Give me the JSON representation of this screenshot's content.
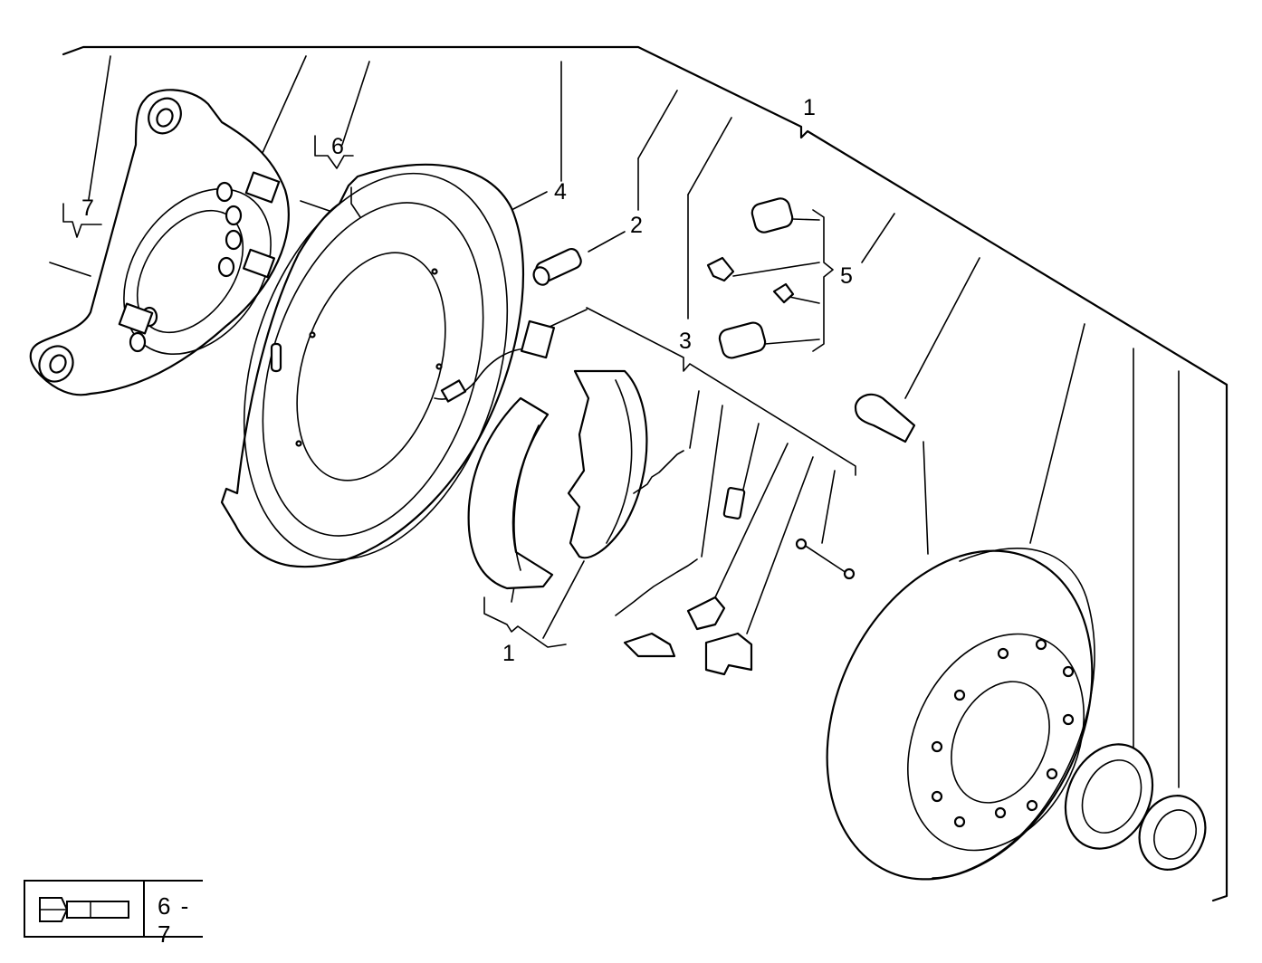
{
  "callouts": {
    "c1_top": "1",
    "c2": "2",
    "c3": "3",
    "c4": "4",
    "c5": "5",
    "c6": "6",
    "c7": "7",
    "c1_shoes": "1"
  },
  "legend": {
    "icon": "bolt-icon",
    "ref": "6 - 7"
  }
}
